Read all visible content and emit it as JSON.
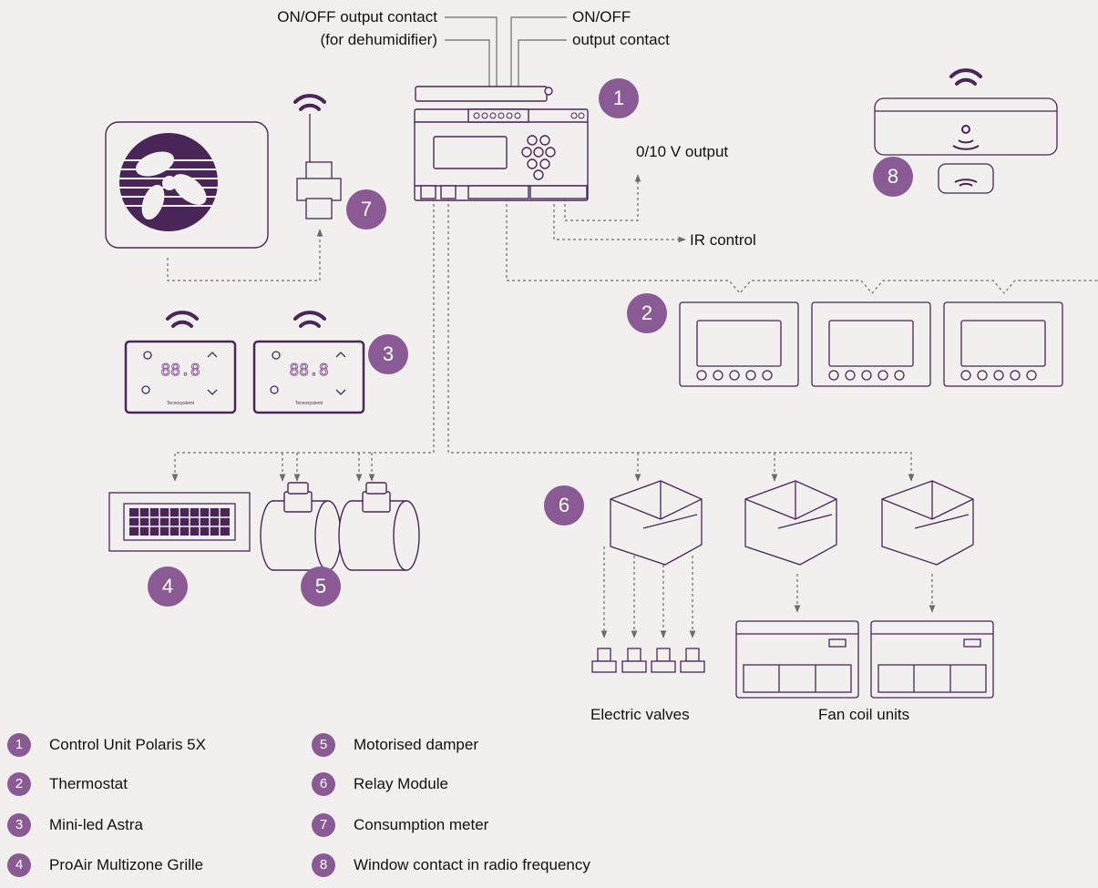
{
  "colors": {
    "background": "#f2f0ef",
    "purple_dark": "#4a2558",
    "purple_badge": "#8a5a95",
    "line": "#6b6b6b"
  },
  "labels": {
    "onoff_dehumidifier_line1": "ON/OFF output contact",
    "onoff_dehumidifier_line2": "(for dehumidifier)",
    "onoff_line1": "ON/OFF",
    "onoff_line2": "output contact",
    "output_0_10v": "0/10 V output",
    "ir_control": "IR control",
    "electric_valves": "Electric valves",
    "fan_coil_units": "Fan coil units"
  },
  "thermostat_display": "88.8",
  "brand_mark": "Tecnosystemi",
  "badges": [
    "1",
    "2",
    "3",
    "4",
    "5",
    "6",
    "7",
    "8"
  ],
  "legend": [
    {
      "num": "1",
      "text": "Control Unit Polaris 5X"
    },
    {
      "num": "2",
      "text": "Thermostat"
    },
    {
      "num": "3",
      "text": "Mini-led Astra"
    },
    {
      "num": "4",
      "text": "ProAir Multizone Grille"
    },
    {
      "num": "5",
      "text": "Motorised damper"
    },
    {
      "num": "6",
      "text": "Relay Module"
    },
    {
      "num": "7",
      "text": "Consumption meter"
    },
    {
      "num": "8",
      "text": "Window contact in radio frequency"
    }
  ],
  "icons": [
    "wifi-icon",
    "fan-icon",
    "signal-icon",
    "power-icon",
    "chevron-up-icon",
    "chevron-down-icon"
  ]
}
